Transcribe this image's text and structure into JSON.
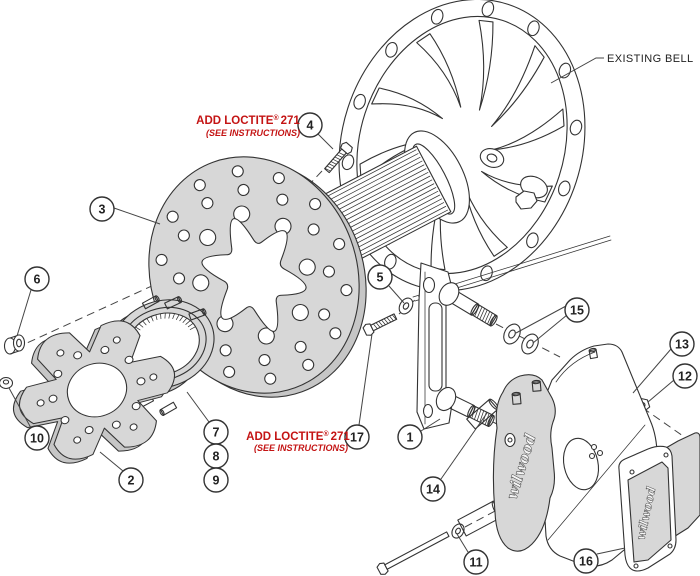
{
  "figure": {
    "labels": {
      "existing_bell": "EXISTING BELL",
      "caliper_script": "wilwood",
      "pad_script": "wilwood"
    },
    "note": {
      "brand": "ADD LOCTITE",
      "reg": "®",
      "number": "271",
      "instructions": "(SEE INSTRUCTIONS)"
    },
    "callouts": [
      {
        "label": "1"
      },
      {
        "label": "2"
      },
      {
        "label": "3"
      },
      {
        "label": "4"
      },
      {
        "label": "5"
      },
      {
        "label": "6"
      },
      {
        "label": "7"
      },
      {
        "label": "8"
      },
      {
        "label": "9"
      },
      {
        "label": "10"
      },
      {
        "label": "11"
      },
      {
        "label": "12"
      },
      {
        "label": "13"
      },
      {
        "label": "14"
      },
      {
        "label": "15"
      },
      {
        "label": "16"
      },
      {
        "label": "17"
      }
    ],
    "colors": {
      "line": "#333333",
      "part_fill": "#d7d7d7",
      "part_shade": "#c6c6c6",
      "note_red": "#c41414",
      "background": "#ffffff"
    }
  }
}
